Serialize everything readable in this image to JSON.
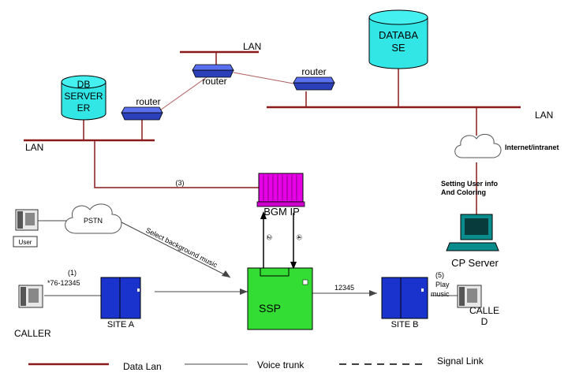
{
  "nodes": {
    "lan_top": "LAN",
    "lan_right": "LAN",
    "lan_left": "LAN",
    "router_left": "router",
    "router_center": "router",
    "router_right": "router",
    "db_server": [
      "DB",
      "SERVER",
      "ER"
    ],
    "database": [
      "DATABA",
      "SE"
    ],
    "internet": "Internet/intranet",
    "setting_info": [
      "Setting User info",
      "And Coloring"
    ],
    "cp_server": "CP Server",
    "bgm_ip": "BGM IP",
    "pstn": "PSTN",
    "user": "User",
    "ssp": "SSP",
    "site_a": "SITE A",
    "site_b": "SITE B",
    "caller": "CALLER",
    "callee": [
      "CALLE",
      "D"
    ]
  },
  "edges": {
    "step1": "(1)",
    "dial_code": "*76-12345",
    "step2": "②",
    "step3": "(3)",
    "step4": "④",
    "step5": "(5)",
    "play_music": [
      "Play",
      "music"
    ],
    "select_music": "Select background music",
    "number": "12345"
  },
  "legend": {
    "data_lan": "Data Lan",
    "voice_trunk": "Voice trunk",
    "signal_link": "Signal Link"
  },
  "colors": {
    "lan": "#8b1a1a",
    "database": "#33e6e6",
    "router": "#3a4fd0",
    "bgm": "#e600e6",
    "ssp": "#33dd33",
    "site": "#1a33cc",
    "computer": "#0a8c8c"
  }
}
